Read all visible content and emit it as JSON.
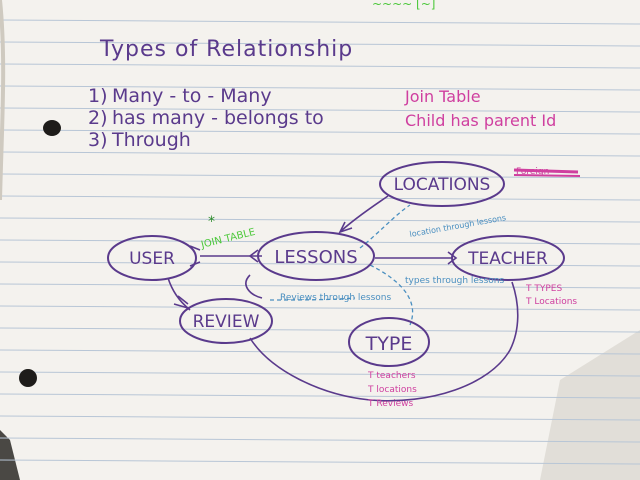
{
  "page": {
    "heading": "Types of Relationship",
    "top_scrawl": "~~~~ [~]"
  },
  "relationship_types": [
    {
      "number": "1)",
      "name": "Many - to - Many",
      "note": "Join Table"
    },
    {
      "number": "2)",
      "name": "has many  -  belongs to",
      "note": "Child has parent Id"
    },
    {
      "number": "3)",
      "name": "Through",
      "note": ""
    }
  ],
  "diagram": {
    "entities": {
      "user": "USER",
      "lessons": "LESSONS",
      "locations": "LOCATIONS",
      "teacher": "TEACHER",
      "review": "REVIEW",
      "type": "TYPE"
    },
    "labels": {
      "join_table": "JOIN TABLE",
      "star": "*",
      "locations_through_lessons": "location through lessons",
      "types_through_lessons": "types through lessons",
      "reviews_through_lessons": "Reviews through lessons",
      "crossed_out": "Foreign"
    },
    "type_list": [
      "T teachers",
      "T locations",
      "T Reviews"
    ],
    "teacher_list": [
      "T TYPES",
      "T Locations"
    ]
  },
  "colors": {
    "purple_ink": "#5a3a8c",
    "magenta_ink": "#cf3f9f",
    "blue_ink": "#4a8fc0",
    "green_ink": "#4cc83a",
    "paper": "#f4f2ee",
    "rule_line": "#b8c6d6"
  }
}
